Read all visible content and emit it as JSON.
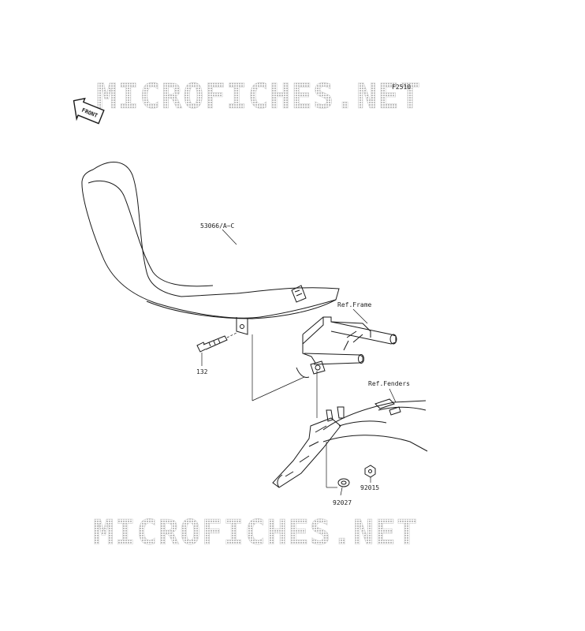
{
  "diagram_code": "F2510",
  "watermark": "MICROFICHES.NET",
  "front_arrow_label": "FRONT",
  "parts": {
    "seat": "53066/A~C",
    "bolt": "132",
    "washer": "92027",
    "nut": "92015"
  },
  "refs": {
    "frame": "Ref.Frame",
    "fenders": "Ref.Fenders"
  },
  "colors": {
    "line": "#1a1a1a",
    "watermark": "#c8c8c8"
  }
}
